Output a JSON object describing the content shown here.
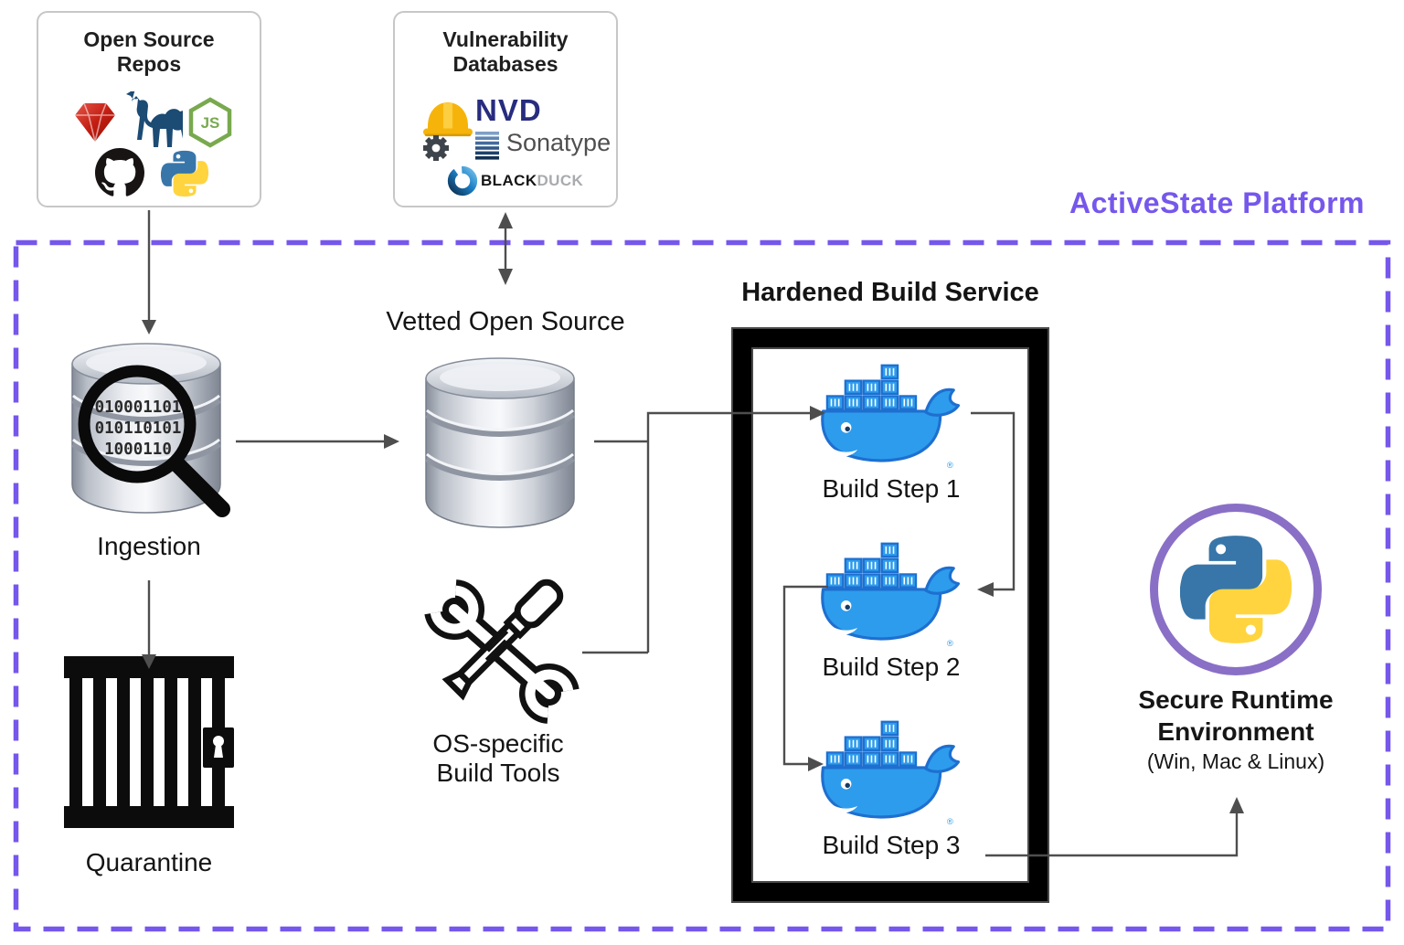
{
  "platform_label": "ActiveState Platform",
  "colors": {
    "accent_purple": "#7657EC",
    "line_gray": "#4E4E4E",
    "docker_blue": "#2D9CEC",
    "docker_outline": "#1E6FD0",
    "python_blue": "#3876A9",
    "python_yellow": "#FFD43E",
    "runtime_ring_purple": "#8A6FC6"
  },
  "repos_box": {
    "title_line1": "Open Source",
    "title_line2": "Repos",
    "icons": [
      "ruby-icon",
      "perl-camel-icon",
      "nodejs-icon",
      "github-icon",
      "python-icon"
    ]
  },
  "vuln_box": {
    "title_line1": "Vulnerability",
    "title_line2": "Databases",
    "nvd": "NVD",
    "sonatype": "Sonatype",
    "blackduck_bold": "BLACK",
    "blackduck_light": "DUCK",
    "icons": [
      "hardhat-gear-icon",
      "nvd-logo",
      "sonatype-logo",
      "blackduck-logo"
    ]
  },
  "vetted": {
    "label": "Vetted Open Source"
  },
  "ingestion": {
    "label": "Ingestion",
    "binary_lines": [
      "010001101",
      "010110101",
      "1000110"
    ]
  },
  "quarantine": {
    "label": "Quarantine"
  },
  "build_tools": {
    "label_line1": "OS-specific",
    "label_line2": "Build Tools"
  },
  "build_service": {
    "title": "Hardened Build Service",
    "steps": [
      "Build Step 1",
      "Build Step 2",
      "Build Step 3"
    ],
    "registered_mark": "®"
  },
  "runtime": {
    "label_line1": "Secure Runtime",
    "label_line2": "Environment",
    "label_line3": "(Win, Mac & Linux)"
  }
}
